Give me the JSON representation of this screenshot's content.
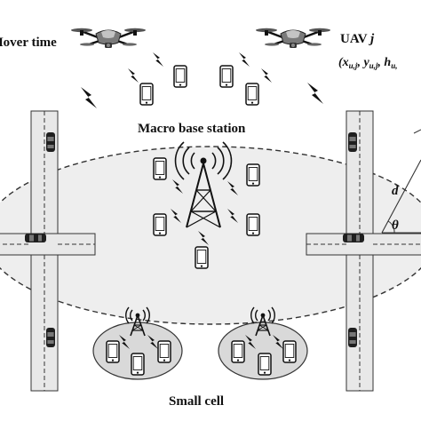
{
  "labels": {
    "hover_time": "Hover time",
    "uav_prefix": "UAV ",
    "uav_index": "j",
    "uav_coords": "(x",
    "uav_coords_sub_1": "u,j",
    "uav_coords_sep_1": ", y",
    "uav_coords_sub_2": "u,j",
    "uav_coords_sep_2": ", h",
    "uav_coords_sub_3": "u,",
    "macro_base_station": "Macro base station",
    "small_cell": "Small cell",
    "distance_symbol": "d",
    "angle_symbol": "θ"
  },
  "icons": {
    "uav": "quadcopter-drone-icon",
    "phone": "mobile-phone-icon",
    "tower": "lattice-tower-icon",
    "lightning": "wireless-link-bolt-icon",
    "car": "car-icon"
  },
  "colors": {
    "ink": "#111111",
    "macro_cell_fill": "#eeeeee",
    "small_cell_fill": "#d9d9d9",
    "road_fill": "#e8e8e8"
  }
}
